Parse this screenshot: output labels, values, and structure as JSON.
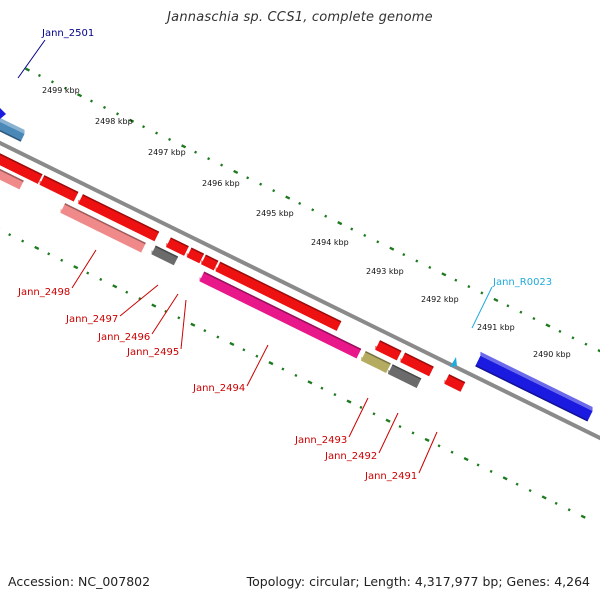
{
  "title": "Jannaschia sp. CCS1, complete genome",
  "footer": {
    "accession": "Accession: NC_007802",
    "summary": "Topology: circular; Length: 4,317,977 bp; Genes: 4,264"
  },
  "colors": {
    "backbone": "#8a8a8a",
    "tick": "#1e7a1e",
    "gene_red": "#ee1111",
    "gene_pink": "#f08a8a",
    "gene_magenta": "#e8178a",
    "gene_grey": "#6b6b6b",
    "gene_olive": "#b5ac62",
    "gene_blue": "#1a1ae0",
    "gene_steel": "#4a88b8",
    "label_dark_blue": "#00008b",
    "label_red": "#cc0000",
    "label_cyan": "#22aadd"
  },
  "scale_labels": [
    "2499 kbp",
    "2498 kbp",
    "2497 kbp",
    "2496 kbp",
    "2495 kbp",
    "2494 kbp",
    "2493 kbp",
    "2492 kbp",
    "2491 kbp",
    "2490 kbp"
  ],
  "gene_labels": [
    {
      "text": "Jann_2501",
      "color": "label_dark_blue"
    },
    {
      "text": "Jann_2498",
      "color": "label_red"
    },
    {
      "text": "Jann_2497",
      "color": "label_red"
    },
    {
      "text": "Jann_2496",
      "color": "label_red"
    },
    {
      "text": "Jann_2495",
      "color": "label_red"
    },
    {
      "text": "Jann_2494",
      "color": "label_red"
    },
    {
      "text": "Jann_2493",
      "color": "label_red"
    },
    {
      "text": "Jann_2492",
      "color": "label_red"
    },
    {
      "text": "Jann_2491",
      "color": "label_red"
    },
    {
      "text": "Jann_R0023",
      "color": "label_cyan"
    }
  ]
}
